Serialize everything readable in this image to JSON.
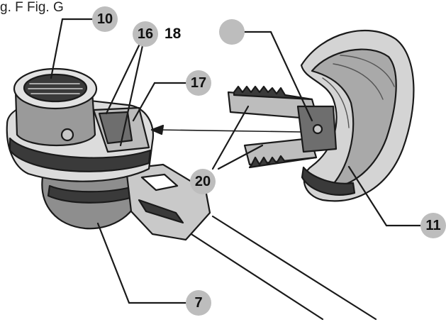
{
  "figure_caption": "g. F Fig. G",
  "callouts": {
    "c10": "10",
    "c16": "16",
    "c18": "18",
    "c17": "17",
    "c20": "20",
    "c11": "11",
    "c7": "7",
    "blank": ""
  },
  "colors": {
    "line": "#1a1a1a",
    "callout_fill": "#bdbdbd",
    "cover_fill": "#d4d4d4",
    "body_fill": "#8e8e8e",
    "dark_fill": "#3a3a3a"
  }
}
